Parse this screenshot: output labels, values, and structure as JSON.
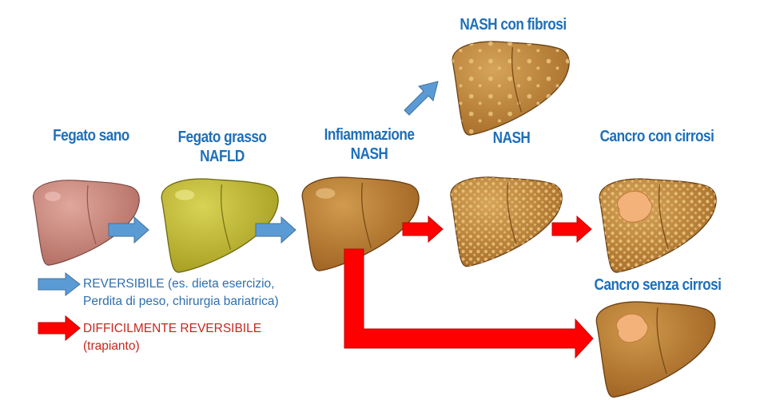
{
  "stages": {
    "healthy": {
      "line1": "Fegato sano"
    },
    "fatty": {
      "line1": "Fegato grasso",
      "line2": "NAFLD"
    },
    "inflammation": {
      "line1": "Infiammazione",
      "line2": "NASH"
    },
    "nash": {
      "line1": "NASH"
    },
    "nash_fibrosis": {
      "line1": "NASH con fibrosi"
    },
    "cancer_cirrhosis": {
      "line1": "Cancro con cirrosi"
    },
    "cancer_no_cirrhosis": {
      "line1": "Cancro senza cirrosi"
    }
  },
  "legend": {
    "reversible": {
      "line1": "REVERSIBILE (es. dieta esercizio,",
      "line2": "Perdita di peso, chirurgia bariatrica)"
    },
    "hard_reversible": {
      "line1": "DIFFICILMENTE REVERSIBILE",
      "line2": "(trapianto)"
    }
  },
  "colors": {
    "title_blue": "#1f6fb8",
    "arrow_blue": "#5b9bd5",
    "arrow_red": "#ff0000",
    "liver_healthy": "#c98277",
    "liver_fatty": "#bdb734",
    "liver_inflamed": "#b97a30",
    "liver_damaged": "#c08a3c"
  }
}
